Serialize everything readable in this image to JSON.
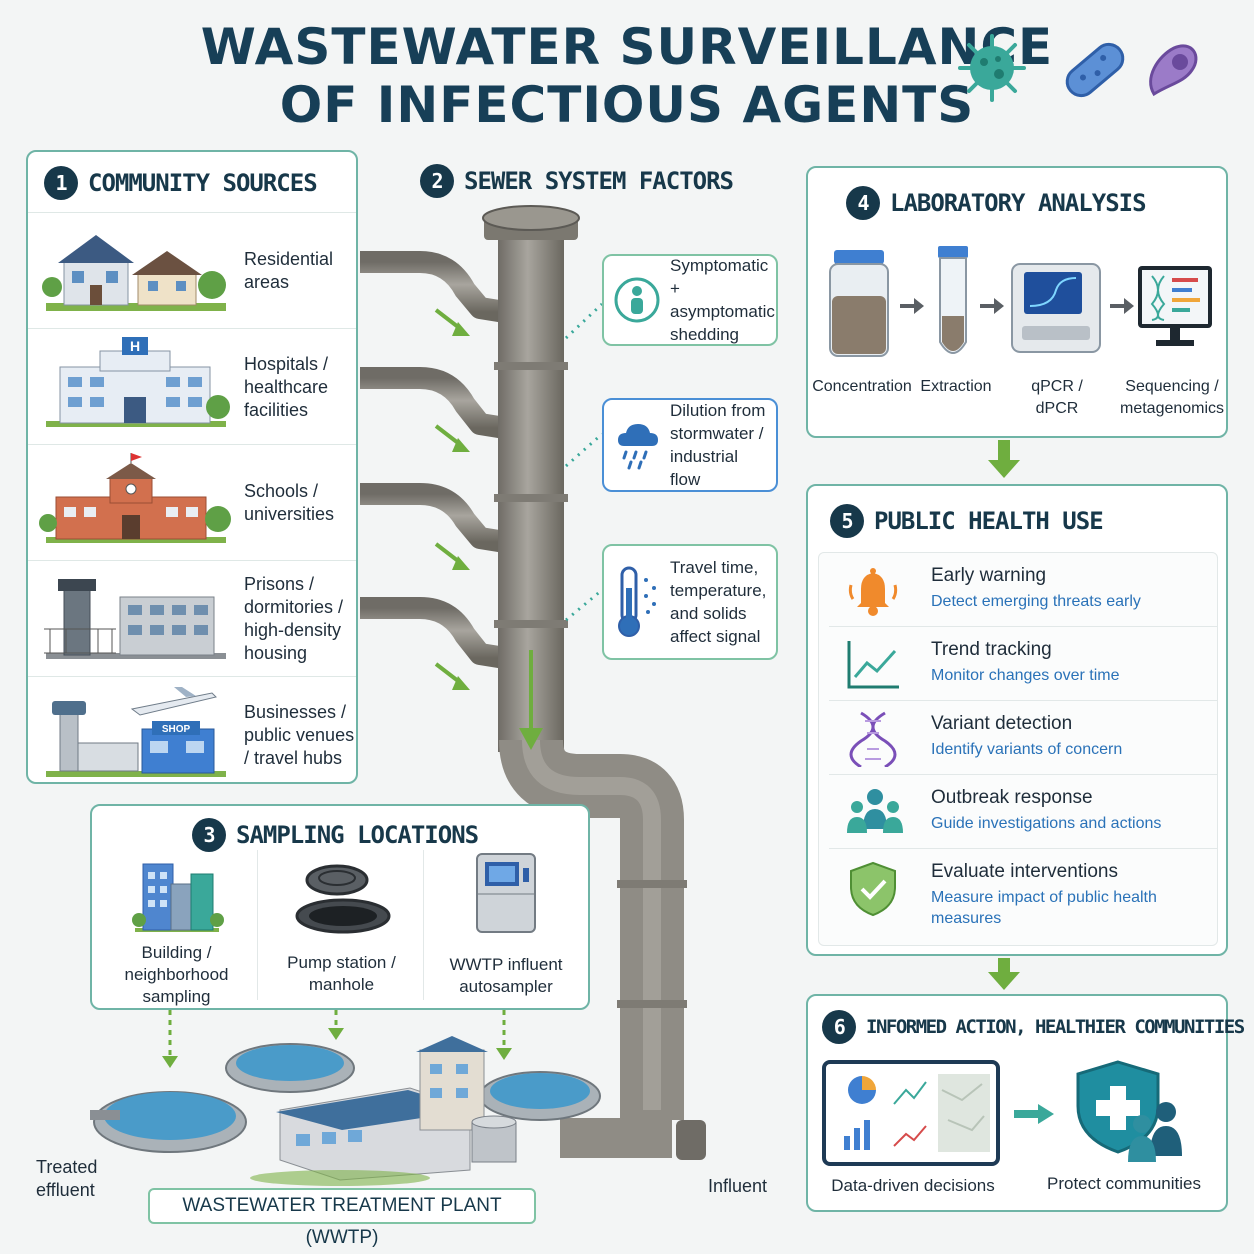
{
  "title": {
    "line1": "WASTEWATER SURVEILLANCE",
    "line2": "OF INFECTIOUS AGENTS"
  },
  "icons": [
    "virus-icon",
    "bacterium-icon",
    "parasite-icon"
  ],
  "colors": {
    "panel_border": "#6fb4a6",
    "number_badge": "#17384a",
    "accent_blue": "#2a72b8",
    "arrow_green": "#6fae3f",
    "pipe": "#8a877f"
  },
  "community": {
    "number": "1",
    "title": "COMMUNITY SOURCES",
    "items": [
      {
        "label": "Residential areas",
        "icon": "house-icon"
      },
      {
        "label": "Hospitals / healthcare facilities",
        "icon": "hospital-icon"
      },
      {
        "label": "Schools / universities",
        "icon": "school-icon"
      },
      {
        "label": "Prisons / dormitories / high-density housing",
        "icon": "prison-icon"
      },
      {
        "label": "Businesses / public venues / travel hubs",
        "icon": "airport-shop-icon"
      }
    ],
    "shop_sign": "SHOP",
    "hospital_sign": "H"
  },
  "sewer": {
    "number": "2",
    "title": "SEWER SYSTEM FACTORS",
    "factors": [
      {
        "label": "Symptomatic + asymptomatic shedding",
        "icon": "person-icon"
      },
      {
        "label": "Dilution from stormwater / industrial flow",
        "icon": "rain-cloud-icon"
      },
      {
        "label": "Travel time, temperature, and solids affect signal",
        "icon": "thermometer-icon"
      }
    ]
  },
  "sampling": {
    "number": "3",
    "title": "SAMPLING LOCATIONS",
    "items": [
      {
        "label": "Building / neighborhood sampling",
        "icon": "buildings-icon"
      },
      {
        "label": "Pump station / manhole",
        "icon": "manhole-icon"
      },
      {
        "label": "WWTP influent autosampler",
        "icon": "autosampler-icon"
      }
    ]
  },
  "lab": {
    "number": "4",
    "title": "LABORATORY ANALYSIS",
    "steps": [
      {
        "label": "Concentration",
        "icon": "sample-jar-icon"
      },
      {
        "label": "Extraction",
        "icon": "test-tube-icon"
      },
      {
        "label": "qPCR / dPCR",
        "icon": "pcr-machine-icon"
      },
      {
        "label": "Sequencing / metagenomics",
        "icon": "sequencing-monitor-icon"
      }
    ]
  },
  "public_health": {
    "number": "5",
    "title": "PUBLIC HEALTH USE",
    "items": [
      {
        "heading": "Early warning",
        "sub": "Detect emerging threats early",
        "icon": "bell-icon"
      },
      {
        "heading": "Trend tracking",
        "sub": "Monitor changes over time",
        "icon": "line-chart-icon"
      },
      {
        "heading": "Variant detection",
        "sub": "Identify variants of concern",
        "icon": "dna-icon"
      },
      {
        "heading": "Outbreak response",
        "sub": "Guide investigations and actions",
        "icon": "people-group-icon"
      },
      {
        "heading": "Evaluate interventions",
        "sub": "Measure impact of public health measures",
        "icon": "shield-check-icon"
      }
    ]
  },
  "action": {
    "number": "6",
    "title": "INFORMED ACTION, HEALTHIER COMMUNITIES",
    "items": [
      {
        "label": "Data-driven decisions",
        "icon": "dashboard-icon"
      },
      {
        "label": "Protect communities",
        "icon": "shield-community-icon"
      }
    ]
  },
  "plant": {
    "label": "WASTEWATER TREATMENT PLANT (WWTP)",
    "effluent": "Treated effluent",
    "influent": "Influent"
  }
}
